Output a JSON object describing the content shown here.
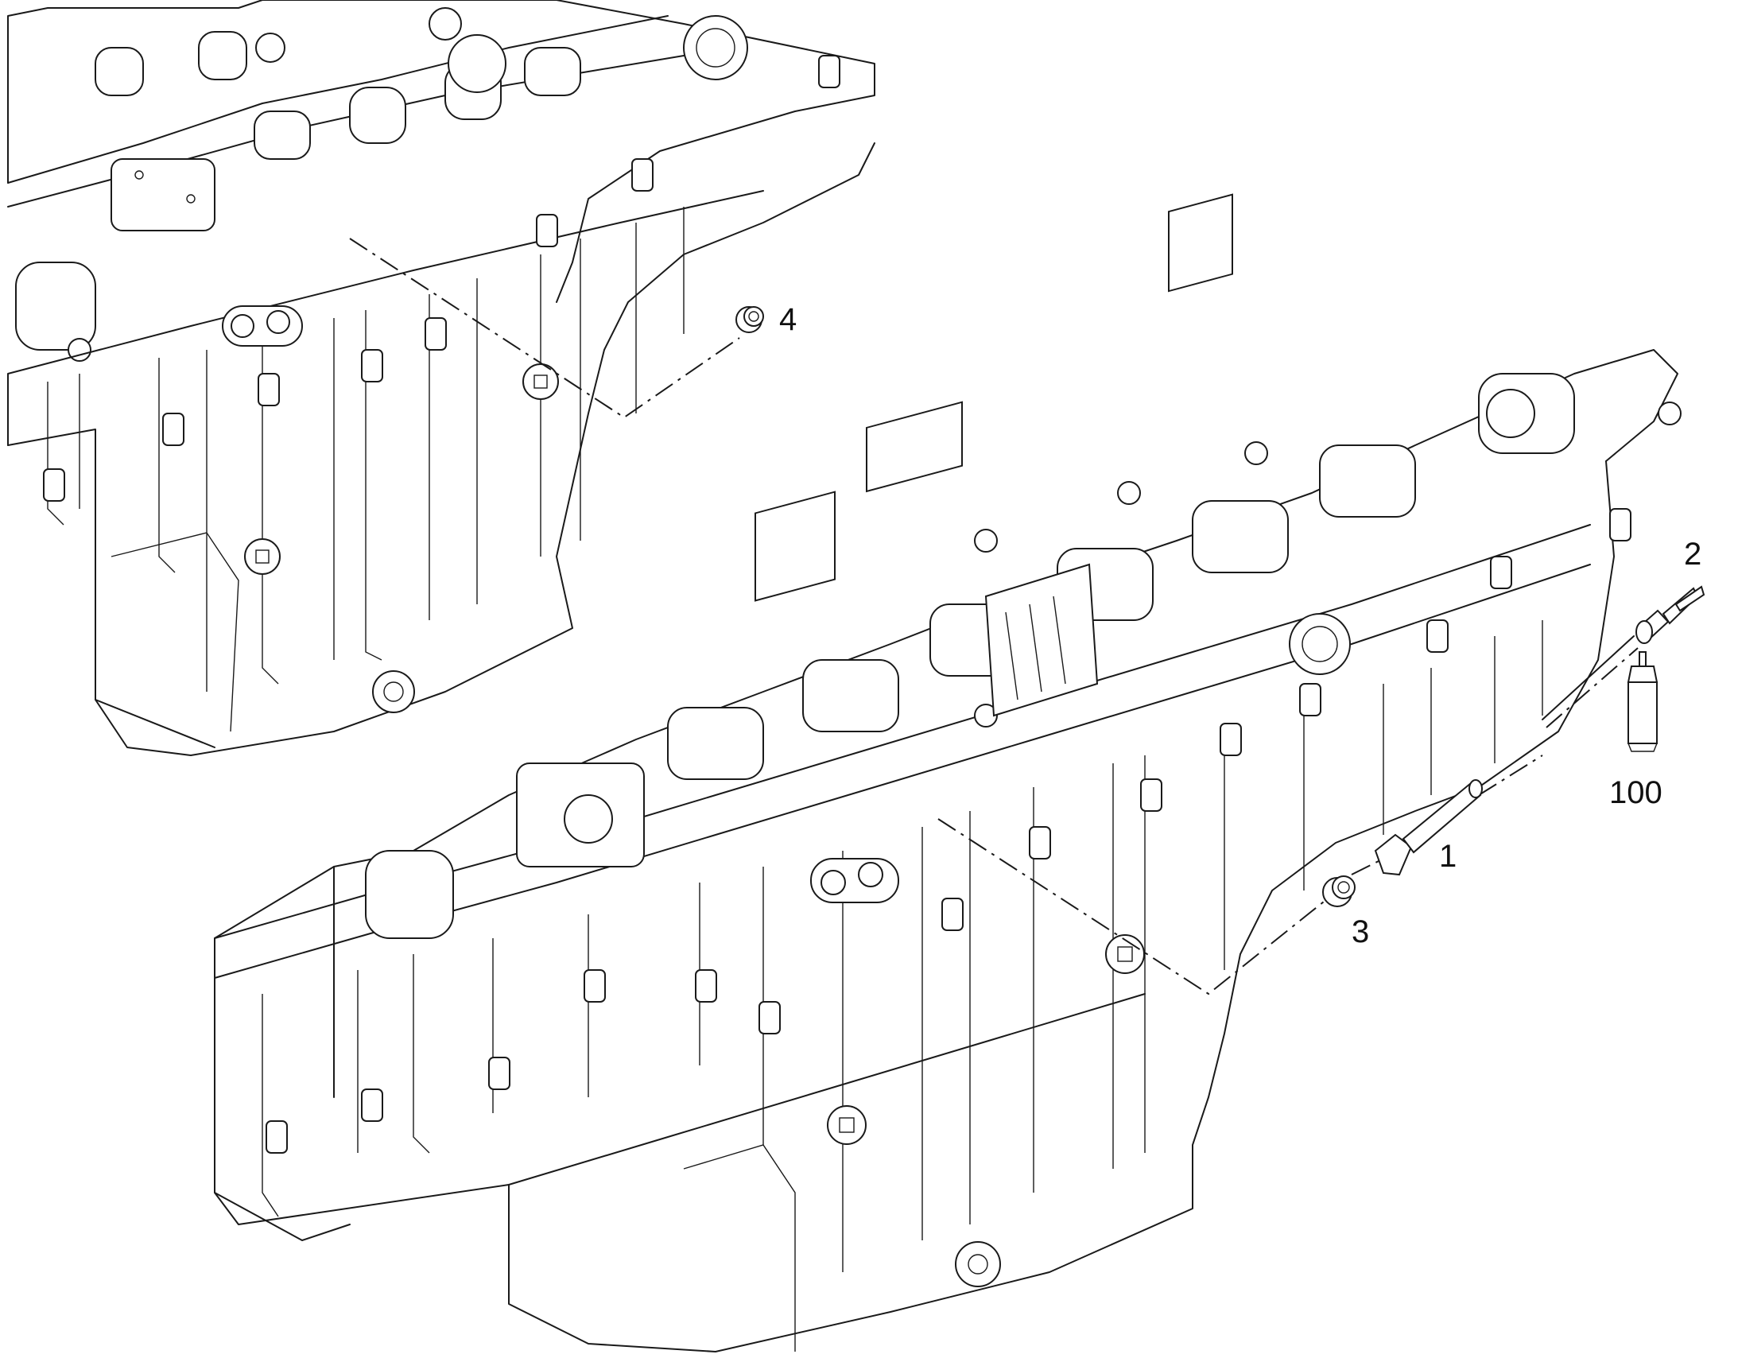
{
  "callouts": {
    "c1": "1",
    "c2": "2",
    "c3": "3",
    "c4": "4",
    "c100": "100"
  },
  "colors": {
    "ink": "#1a1a1a",
    "background": "#ffffff"
  }
}
